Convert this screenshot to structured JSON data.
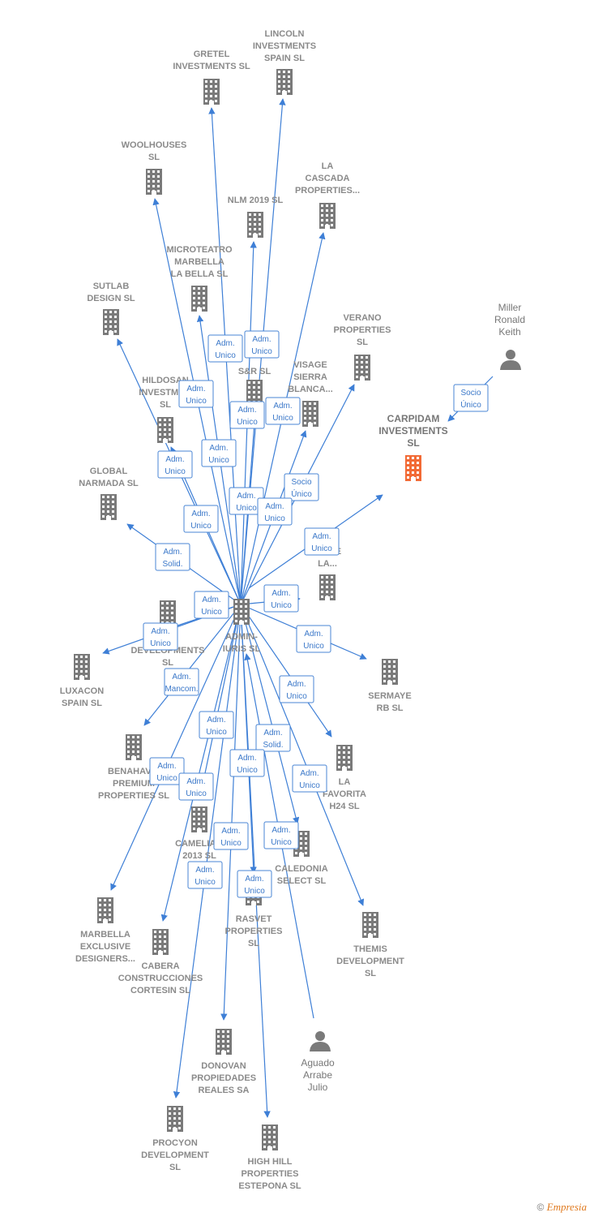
{
  "center": {
    "label": [
      "ADMIN-",
      "IURIS  SL"
    ]
  },
  "focus": {
    "label": [
      "CARPIDAM",
      "INVESTMENTS",
      "SL"
    ]
  },
  "nodes": [
    {
      "id": "gretel",
      "label": [
        "GRETEL",
        "INVESTMENTS SL"
      ]
    },
    {
      "id": "lincoln",
      "label": [
        "LINCOLN",
        "INVESTMENTS",
        "SPAIN SL"
      ]
    },
    {
      "id": "woolhouses",
      "label": [
        "WOOLHOUSES",
        "SL"
      ]
    },
    {
      "id": "lacascada",
      "label": [
        "LA",
        "CASCADA",
        "PROPERTIES..."
      ]
    },
    {
      "id": "nlm2019",
      "label": [
        "NLM 2019  SL"
      ]
    },
    {
      "id": "microteatro",
      "label": [
        "MICROTEATRO",
        "MARBELLA",
        "LA BELLA  SL"
      ]
    },
    {
      "id": "sutlab",
      "label": [
        "SUTLAB",
        "DESIGN  SL"
      ]
    },
    {
      "id": "verano",
      "label": [
        "VERANO",
        "PROPERTIES",
        "SL"
      ]
    },
    {
      "id": "sr",
      "label": [
        "S&R  SL"
      ]
    },
    {
      "id": "visage",
      "label": [
        "VISAGE",
        "SIERRA",
        "BLANCA..."
      ]
    },
    {
      "id": "hildosan",
      "label": [
        "HILDOSAN",
        "INVESTME...",
        "SL"
      ]
    },
    {
      "id": "globalnarmada",
      "label": [
        "GLOBAL",
        "NARMADA  SL"
      ]
    },
    {
      "id": "lde",
      "label": [
        "L...  DE",
        "LA..."
      ]
    },
    {
      "id": "developments",
      "label": [
        "DEVELOPMENTS",
        "SL"
      ]
    },
    {
      "id": "luxacon",
      "label": [
        "LUXACON",
        "SPAIN SL"
      ]
    },
    {
      "id": "sermaye",
      "label": [
        "SERMAYE",
        "RB  SL"
      ]
    },
    {
      "id": "benahavis",
      "label": [
        "BENAHAVIS",
        "PREMIUM",
        "PROPERTIES SL"
      ]
    },
    {
      "id": "lafavorita",
      "label": [
        "LA",
        "FAVORITA",
        "H24  SL"
      ]
    },
    {
      "id": "cameliavi",
      "label": [
        "CAMELIAVI",
        "2013  SL"
      ]
    },
    {
      "id": "caledonia",
      "label": [
        "CALEDONIA",
        "SELECT  SL"
      ]
    },
    {
      "id": "marbella",
      "label": [
        "MARBELLA",
        "EXCLUSIVE",
        "DESIGNERS..."
      ]
    },
    {
      "id": "rasvet",
      "label": [
        "RASVET",
        "PROPERTIES",
        "SL"
      ]
    },
    {
      "id": "themis",
      "label": [
        "THEMIS",
        "DEVELOPMENT",
        "SL"
      ]
    },
    {
      "id": "cabera",
      "label": [
        "CABERA",
        "CONSTRUCCIONES",
        "CORTESIN  SL"
      ]
    },
    {
      "id": "donovan",
      "label": [
        "DONOVAN",
        "PROPIEDADES",
        "REALES SA"
      ]
    },
    {
      "id": "procyon",
      "label": [
        "PROCYON",
        "DEVELOPMENT",
        "SL"
      ]
    },
    {
      "id": "highhill",
      "label": [
        "HIGH HILL",
        "PROPERTIES",
        "ESTEPONA SL"
      ]
    }
  ],
  "persons": [
    {
      "id": "miller",
      "label": [
        "Miller",
        "Ronald",
        "Keith"
      ]
    },
    {
      "id": "aguado",
      "label": [
        "Aguado",
        "Arrabe",
        "Julio"
      ]
    }
  ],
  "relations": [
    {
      "id": "r-gretel",
      "label": [
        "Adm.",
        "Unico"
      ]
    },
    {
      "id": "r-lincoln",
      "label": [
        "Adm.",
        "Unico"
      ]
    },
    {
      "id": "r-woolhouses",
      "label": [
        "Adm.",
        "Unico"
      ]
    },
    {
      "id": "r-sr",
      "label": [
        "Adm.",
        "Unico"
      ]
    },
    {
      "id": "r-lacascada",
      "label": [
        "Adm.",
        "Unico"
      ]
    },
    {
      "id": "r-hildosan",
      "label": [
        "Adm.",
        "Unico"
      ]
    },
    {
      "id": "r-microteatro",
      "label": [
        "Adm.",
        "Unico"
      ]
    },
    {
      "id": "r-nlm",
      "label": [
        "Adm.",
        "Unico"
      ]
    },
    {
      "id": "r-verano",
      "label": [
        "Socio",
        "Único"
      ]
    },
    {
      "id": "r-visage",
      "label": [
        "Adm.",
        "Unico"
      ]
    },
    {
      "id": "r-sutlab",
      "label": [
        "Adm.",
        "Unico"
      ]
    },
    {
      "id": "r-focus",
      "label": [
        "Adm.",
        "Unico"
      ]
    },
    {
      "id": "r-global",
      "label": [
        "Adm.",
        "Solid."
      ]
    },
    {
      "id": "r-lde",
      "label": [
        "Adm.",
        "Unico"
      ]
    },
    {
      "id": "r-developments",
      "label": [
        "Adm.",
        "Unico"
      ]
    },
    {
      "id": "r-luxacon",
      "label": [
        "Adm.",
        "Unico"
      ]
    },
    {
      "id": "r-sermaye",
      "label": [
        "Adm.",
        "Unico"
      ]
    },
    {
      "id": "r-benahavis",
      "label": [
        "Adm.",
        "Mancom."
      ]
    },
    {
      "id": "r-lafavorita",
      "label": [
        "Adm.",
        "Unico"
      ]
    },
    {
      "id": "r-cameliavi",
      "label": [
        "Adm.",
        "Unico"
      ]
    },
    {
      "id": "r-aguado",
      "label": [
        "Adm.",
        "Solid."
      ]
    },
    {
      "id": "r-caledonia",
      "label": [
        "Adm.",
        "Unico"
      ]
    },
    {
      "id": "r-marbella",
      "label": [
        "Adm.",
        "Unico"
      ]
    },
    {
      "id": "r-rasvet",
      "label": [
        "Adm.",
        "Unico"
      ]
    },
    {
      "id": "r-themis",
      "label": [
        "Adm.",
        "Unico"
      ]
    },
    {
      "id": "r-cabera",
      "label": [
        "Adm.",
        "Unico"
      ]
    },
    {
      "id": "r-donovan",
      "label": [
        "Adm.",
        "Unico"
      ]
    },
    {
      "id": "r-procyon",
      "label": [
        "Adm.",
        "Unico"
      ]
    },
    {
      "id": "r-highhill",
      "label": [
        "Adm.",
        "Unico"
      ]
    },
    {
      "id": "r-miller",
      "label": [
        "Socio",
        "Único"
      ]
    }
  ],
  "colors": {
    "edge": "#3e7fd6",
    "building": "#7a7a7a",
    "focus_building": "#f26a35",
    "person": "#7a7a7a"
  },
  "icons": {
    "company": "building-icon",
    "person": "person-icon"
  },
  "credit": {
    "symbol": "©",
    "brand": "Empresia"
  }
}
